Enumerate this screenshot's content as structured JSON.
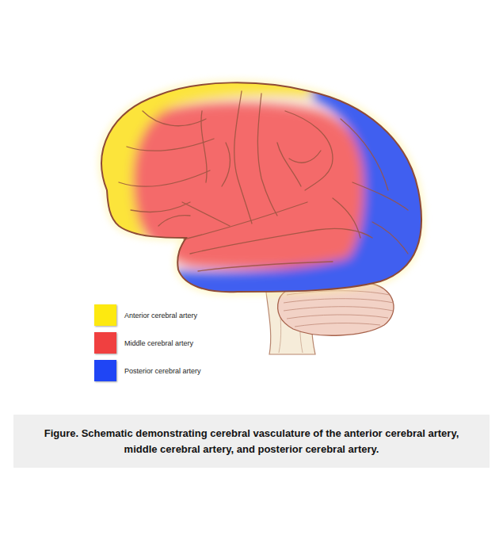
{
  "diagram": {
    "caption": "Figure. Schematic demonstrating cerebral vasculature of the anterior cerebral artery, middle cerebral artery, and posterior cerebral artery.",
    "legend": [
      {
        "text": "Anterior cerebral artery",
        "color": "#fde910"
      },
      {
        "text": "Middle cerebral artery",
        "color": "#f04040"
      },
      {
        "text": "Posterior cerebral artery",
        "color": "#1f45f5"
      }
    ]
  }
}
